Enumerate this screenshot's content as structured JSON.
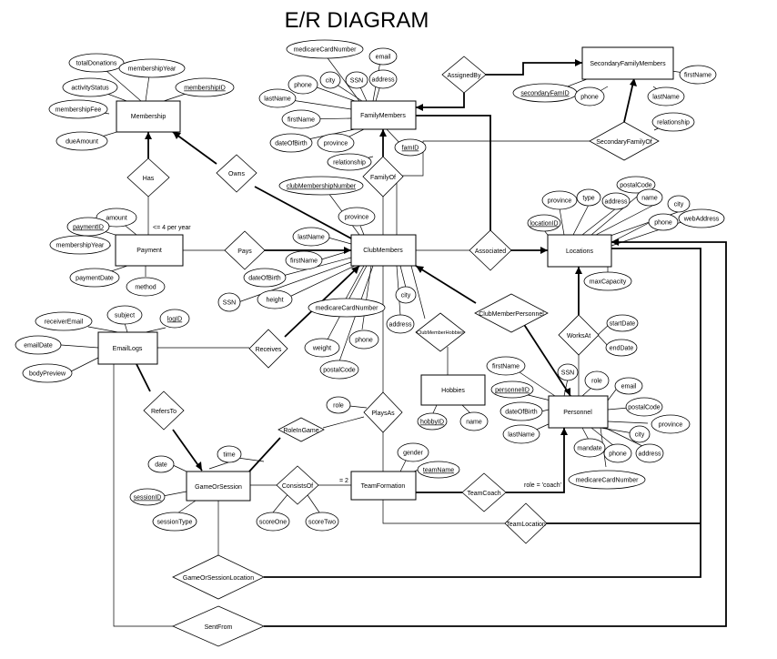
{
  "title": "E/R DIAGRAM",
  "entities": {
    "membership": "Membership",
    "family_members": "FamilyMembers",
    "secondary_family_members": "SecondaryFamilyMembers",
    "payment": "Payment",
    "club_members": "ClubMembers",
    "locations": "Locations",
    "email_logs": "EmailLogs",
    "hobbies": "Hobbies",
    "personnel": "Personnel",
    "game_or_session": "GameOrSession",
    "team_formation": "TeamFormation"
  },
  "relationships": {
    "has": "Has",
    "owns": "Owns",
    "family_of": "FamilyOf",
    "assigned_by": "AssignedBy",
    "secondary_family_of": "SecondaryFamilyOf",
    "pays": "Pays",
    "associated": "Associated",
    "club_member_personnel": "ClubMemberPersonnel",
    "works_at": "WorksAt",
    "receives": "Receives",
    "club_member_hobbies": "ClubMemberHobbies",
    "refers_to": "RefersTo",
    "plays_as": "PlaysAs",
    "role_in_game": "RoleInGame",
    "consists_of": "ConsistsOf",
    "team_coach": "TeamCoach",
    "team_location": "TeamLocation",
    "game_or_session_location": "GameOrSessionLocation",
    "sent_from": "SentFrom"
  },
  "attributes": {
    "membership": {
      "total_donations": "totalDonations",
      "membership_year": "membershipYear",
      "activity_status": "activityStatus",
      "membership_id": "membershipID",
      "membership_fee": "membershipFee",
      "due_amount": "dueAmount"
    },
    "family_members": {
      "medicare_card_number": "medicareCardNumber",
      "email": "email",
      "phone": "phone",
      "city": "city",
      "ssn": "SSN",
      "address": "address",
      "last_name": "lastName",
      "first_name": "firstName",
      "date_of_birth": "dateOfBirth",
      "province": "province",
      "fam_id": "famID"
    },
    "family_of": {
      "relationship": "relationship"
    },
    "secondary_family_members": {
      "first_name": "firstName",
      "secondary_fam_id": "secondaryFamID",
      "phone": "phone",
      "last_name": "lastName"
    },
    "secondary_family_of": {
      "relationship": "relationship"
    },
    "payment": {
      "amount": "amount",
      "payment_id": "paymentID",
      "membership_year": "membershipYear",
      "payment_date": "paymentDate",
      "method": "method"
    },
    "club_members": {
      "club_membership_number": "clubMembershipNumber",
      "province": "province",
      "last_name": "lastName",
      "first_name": "firstName",
      "date_of_birth": "dateOfBirth",
      "ssn": "SSN",
      "height": "height",
      "medicare_card_number": "medicareCardNumber",
      "weight": "weight",
      "phone": "phone",
      "postal_code": "postalCode",
      "address": "address",
      "city": "city"
    },
    "locations": {
      "province": "province",
      "type": "type",
      "address": "address",
      "postal_code": "postalCode",
      "name": "name",
      "city": "city",
      "location_id": "locationID",
      "phone": "phone",
      "web_address": "webAddress",
      "max_capacity": "maxCapacity"
    },
    "works_at": {
      "start_date": "startDate",
      "end_date": "endDate"
    },
    "email_logs": {
      "subject": "subject",
      "receiver_email": "receiverEmail",
      "log_id": "logID",
      "email_date": "emailDate",
      "body_preview": "bodyPreview"
    },
    "hobbies": {
      "hobby_id": "hobbyID",
      "name": "name"
    },
    "personnel": {
      "first_name": "firstName",
      "ssn": "SSN",
      "role": "role",
      "personnel_id": "personnelID",
      "email": "email",
      "date_of_birth": "dateOfBirth",
      "postal_code": "postalCode",
      "last_name": "lastName",
      "province": "province",
      "city": "city",
      "mandate": "mandate",
      "phone": "phone",
      "address": "address",
      "medicare_card_number": "medicareCardNumber"
    },
    "plays_as": {
      "role": "role"
    },
    "game_or_session": {
      "date": "date",
      "time": "time",
      "session_id": "sessionID",
      "session_type": "sessionType"
    },
    "consists_of": {
      "score_one": "scoreOne",
      "score_two": "scoreTwo"
    },
    "team_formation": {
      "gender": "gender",
      "team_name": "teamName"
    }
  },
  "annotations": {
    "payments_per_year": "<= 4 per year",
    "team_count": "= 2",
    "coach_role": "role = 'coach'"
  }
}
